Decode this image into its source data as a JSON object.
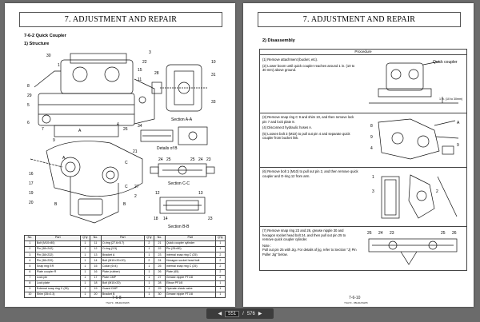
{
  "left_page": {
    "header": "7. ADJUSTMENT AND REPAIR",
    "section_title": "7-6-2  Quick Coupler",
    "subsection_title": "1)  Structure",
    "section_labels": {
      "a": "Section A-A",
      "c": "Section C-C",
      "b": "Section B-B",
      "details": "Details of B"
    },
    "callouts": [
      "30",
      "1",
      "8",
      "29",
      "5",
      "3",
      "15",
      "11",
      "22",
      "28",
      "6",
      "7",
      "9",
      "4",
      "26",
      "34",
      "10",
      "31",
      "33",
      "24",
      "25",
      "16",
      "17",
      "19",
      "20",
      "21",
      "27",
      "2",
      "25",
      "24",
      "23",
      "12",
      "18",
      "23",
      "14",
      "13",
      "A",
      "A",
      "B",
      "B",
      "C",
      "C"
    ],
    "table": {
      "headers": [
        "No.",
        "Part",
        "Q'ty",
        "No.",
        "Part",
        "Q'ty",
        "No.",
        "Part",
        "Q'ty"
      ],
      "rows": [
        [
          "1",
          "Bolt (M10×80)",
          "1",
          "11",
          "O-ring (27.6×5.7)",
          "2",
          "21",
          "Quick coupler cylinder",
          "1"
        ],
        [
          "2",
          "Pin (38×242)",
          "1",
          "12",
          "O-ring (3.5)",
          "1",
          "22",
          "Pin (25×80)",
          "1"
        ],
        [
          "3",
          "Pin (38×232)",
          "1",
          "13",
          "Bracket A",
          "1",
          "23",
          "Internal snap ring C (25)",
          "2"
        ],
        [
          "4",
          "Pin (38×220)",
          "1",
          "14",
          "Bolt (M10×20×20)",
          "2",
          "24",
          "Hexagon socket head bolt",
          "2"
        ],
        [
          "5",
          "Snap ring ER",
          "1",
          "15",
          "Collar (6×4)",
          "1",
          "25",
          "Internal snap ring C (25)",
          "2"
        ],
        [
          "6",
          "Plate coupler R",
          "1",
          "16",
          "Plate (rubber)",
          "1",
          "26",
          "Plate (65)",
          "2"
        ],
        [
          "7",
          "Lock pin",
          "1",
          "17",
          "Plate CMP",
          "1",
          "27",
          "Grease nipple PT1/8",
          "2"
        ],
        [
          "8",
          "Lock plate",
          "1",
          "18",
          "Bolt (M10×20)",
          "1",
          "28",
          "Elbow PF1/8",
          "1"
        ],
        [
          "9",
          "External snap ring C (35)",
          "1",
          "19",
          "Guard CMP",
          "1",
          "29",
          "Operate check valve",
          "1"
        ],
        [
          "10",
          "Shim (35×2.3)",
          "1",
          "20",
          "Bracket B",
          "1",
          "30",
          "Grease nipple PT1/8",
          "1"
        ]
      ]
    },
    "footer_page": "7-6-8",
    "footer_code": "YSAY9 - 88H0HSW05"
  },
  "right_page": {
    "header": "7. ADJUSTMENT AND REPAIR",
    "subsection_title": "2)  Disassembly",
    "procedure_head": "Procedure",
    "steps": [
      {
        "lines": [
          "(1)  Remove attachment (bucket, etc).",
          "(2)  Lower boom until quick coupler reaches around 1 in. (10 to 30 mm) above ground."
        ],
        "labels": [
          "Quick coupler",
          "1 in. (10 to 30mm)"
        ]
      },
      {
        "lines": [
          "(3)  Remove snap ring C 9 and shim 10, and then remove lock pin 7 and lock plate 8.",
          "(4)  Disconnect hydraulic hoses A.",
          "(5)  Loosen bolt 3 (M10) to pull out pin 4 and separate quick coupler from bucket link."
        ],
        "labels": [
          "8",
          "9",
          "4",
          "A",
          "9"
        ]
      },
      {
        "lines": [
          "(6)  Remove bolt 1 (M10) to pull out pin 2, and then remove quick coupler and O-ring 12 from arm."
        ],
        "labels": [
          "1",
          "3",
          "2"
        ]
      },
      {
        "lines": [
          "(7)  Remove snap ring 23 and 26, grease nipple 30 and hexagon socket head bolt 24, and then pull out pin 25 to remove quick coupler cylinder.",
          "Note :",
          "Pull out pin 25 with Jig. For details of jig, refer to Section \"J) Pin Puller Jig\" below."
        ],
        "labels": [
          "26",
          "24",
          "23",
          "25",
          "26"
        ]
      }
    ],
    "footer_page": "7-6-10",
    "footer_code": "YSAY9 - 88H0HSW05"
  },
  "viewer": {
    "current": "551",
    "separator": "/",
    "total": "576"
  }
}
